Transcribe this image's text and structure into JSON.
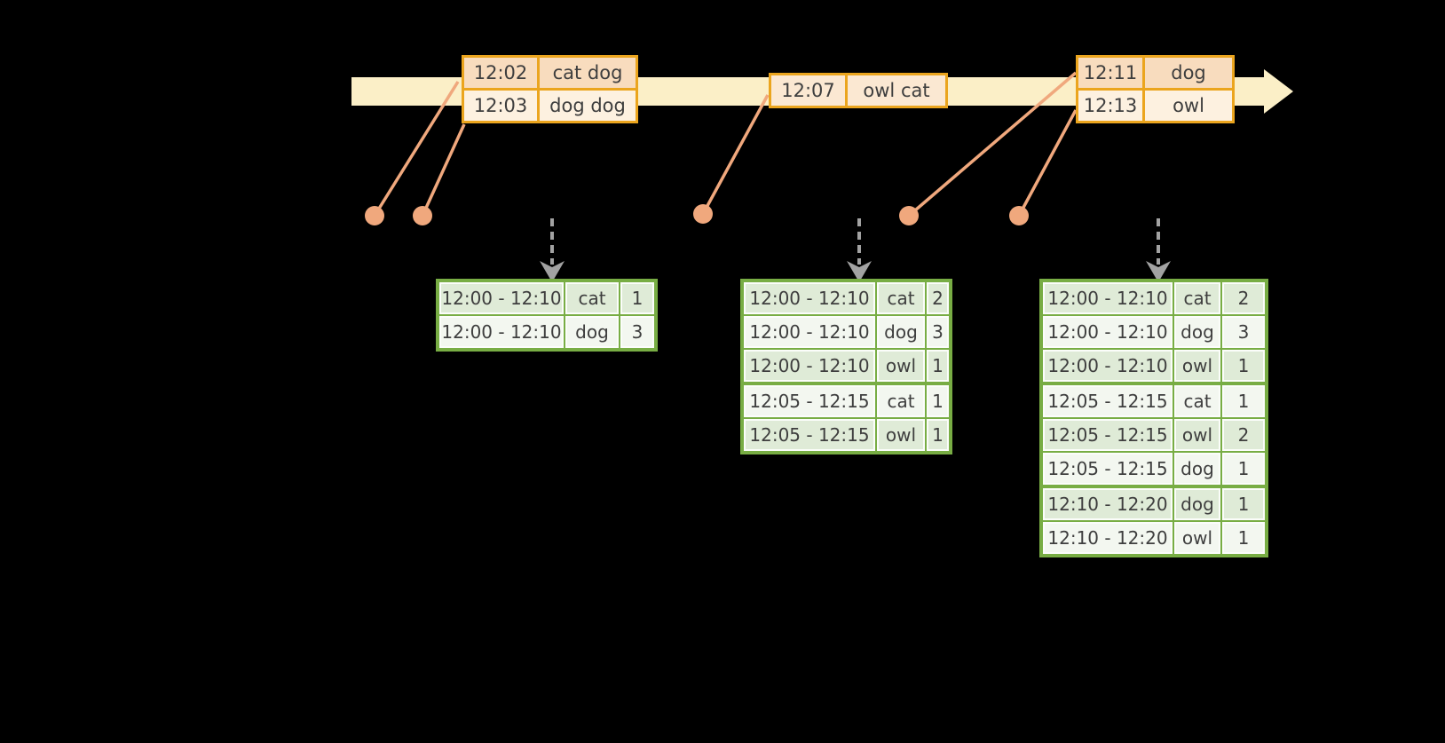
{
  "colors": {
    "bg": "#000000",
    "band": "#FBEFC7",
    "boxBorder": "#EBA51E",
    "peach": "#F8DCBE",
    "cream": "#FDF1E0",
    "mid": "#FBE8D2",
    "salmon": "#F0A87D",
    "arrowGray": "#A2A2A2",
    "green": "#78AD44",
    "cellDark": "#DFEBD7",
    "cellLight": "#F3F7F0",
    "cellBorder": "#FBFDFA",
    "text": "#3E3E3E"
  },
  "timeline": {
    "events": [
      {
        "rows": [
          {
            "time": "12:02",
            "words": "cat dog"
          },
          {
            "time": "12:03",
            "words": "dog dog"
          }
        ]
      },
      {
        "rows": [
          {
            "time": "12:07",
            "words": "owl cat"
          }
        ]
      },
      {
        "rows": [
          {
            "time": "12:11",
            "words": "dog"
          },
          {
            "time": "12:13",
            "words": "owl"
          }
        ]
      }
    ]
  },
  "result_tables": [
    {
      "groups": [
        [
          {
            "window": "12:00 - 12:10",
            "word": "cat",
            "count": "1"
          },
          {
            "window": "12:00 - 12:10",
            "word": "dog",
            "count": "3"
          }
        ]
      ]
    },
    {
      "groups": [
        [
          {
            "window": "12:00 - 12:10",
            "word": "cat",
            "count": "2"
          },
          {
            "window": "12:00 - 12:10",
            "word": "dog",
            "count": "3"
          },
          {
            "window": "12:00 - 12:10",
            "word": "owl",
            "count": "1"
          }
        ],
        [
          {
            "window": "12:05 - 12:15",
            "word": "cat",
            "count": "1"
          },
          {
            "window": "12:05 - 12:15",
            "word": "owl",
            "count": "1"
          }
        ]
      ]
    },
    {
      "groups": [
        [
          {
            "window": "12:00 - 12:10",
            "word": "cat",
            "count": "2"
          },
          {
            "window": "12:00 - 12:10",
            "word": "dog",
            "count": "3"
          },
          {
            "window": "12:00 - 12:10",
            "word": "owl",
            "count": "1"
          }
        ],
        [
          {
            "window": "12:05 - 12:15",
            "word": "cat",
            "count": "1"
          },
          {
            "window": "12:05 - 12:15",
            "word": "owl",
            "count": "2"
          },
          {
            "window": "12:05 - 12:15",
            "word": "dog",
            "count": "1"
          }
        ],
        [
          {
            "window": "12:10 - 12:20",
            "word": "dog",
            "count": "1"
          },
          {
            "window": "12:10 - 12:20",
            "word": "owl",
            "count": "1"
          }
        ]
      ]
    }
  ]
}
